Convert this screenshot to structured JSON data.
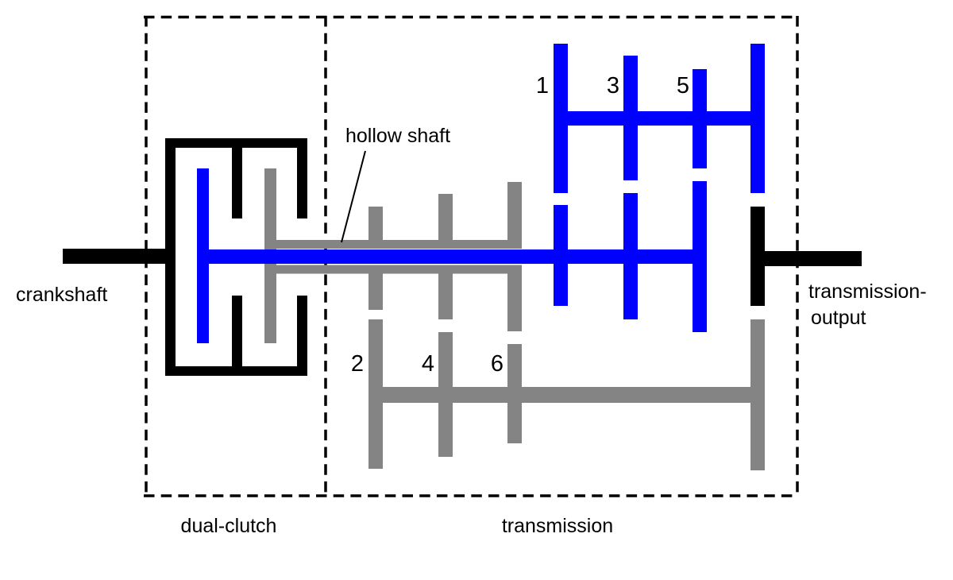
{
  "diagram": {
    "type": "dual-clutch transmission schematic",
    "regions": [
      {
        "id": "dual-clutch",
        "label": "dual-clutch"
      },
      {
        "id": "transmission",
        "label": "transmission"
      }
    ],
    "labels": {
      "crankshaft": "crankshaft",
      "hollow_shaft": "hollow shaft",
      "transmission_output": [
        "transmission-",
        "output"
      ]
    },
    "gears": {
      "odd_blue": [
        "1",
        "3",
        "5"
      ],
      "even_gray": [
        "2",
        "4",
        "6"
      ]
    },
    "colors": {
      "solid_shaft_blue": "#0000ff",
      "hollow_shaft_gray": "#848484",
      "housing_black": "#000000",
      "background": "#ffffff"
    }
  }
}
